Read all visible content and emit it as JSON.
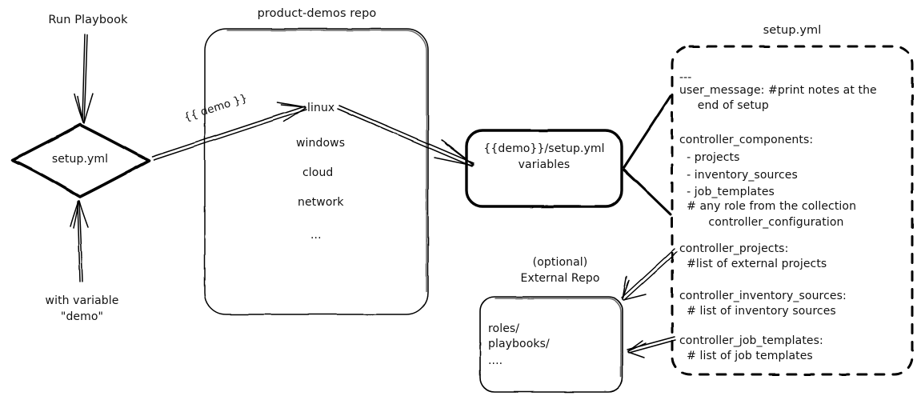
{
  "diagram": {
    "title": "Ansible product-demos setup.yml flow",
    "background_color": "#ffffff",
    "stroke_color": "#000000",
    "nodes": {
      "run_playbook_label": "Run Playbook",
      "with_variable_label_line1": "with variable",
      "with_variable_label_line2": "\"demo\"",
      "setup_diamond_label": "setup.yml",
      "repo_title": "product-demos repo",
      "repo_items": [
        "linux",
        "windows",
        "cloud",
        "network",
        "..."
      ],
      "demo_edge_label": "{{ demo }}",
      "variables_box_line1": "{{demo}}/setup.yml",
      "variables_box_line2": "variables",
      "setup_yml_title": "setup.yml",
      "external_repo_title_line1": "(optional)",
      "external_repo_title_line2": "External Repo",
      "external_repo_items": [
        "roles/",
        "playbooks/",
        "...."
      ]
    },
    "setup_yml_content": [
      "---",
      "user_message: #print notes at the",
      "     end of setup",
      "",
      "controller_components:",
      "  - projects",
      "  - inventory_sources",
      "  - job_templates",
      "  # any role from the collection",
      "        controller_configuration",
      "",
      "controller_projects:",
      "  #list of external projects",
      "",
      "controller_inventory_sources:",
      "  # list of inventory sources",
      "",
      "controller_job_templates:",
      "  # list of job templates"
    ],
    "edges": [
      {
        "name": "run-playbook-to-setup",
        "from": "Run Playbook",
        "to": "setup.yml"
      },
      {
        "name": "with-variable-to-setup",
        "from": "with variable \"demo\"",
        "to": "setup.yml"
      },
      {
        "name": "setup-to-linux",
        "from": "setup.yml",
        "to": "linux",
        "label": "{{ demo }}"
      },
      {
        "name": "linux-to-variables",
        "from": "linux",
        "to": "{{demo}}/setup.yml variables"
      },
      {
        "name": "setupyml-top-to-variables",
        "from": "setup.yml file",
        "to": "{{demo}}/setup.yml variables"
      },
      {
        "name": "setupyml-mid-to-variables",
        "from": "setup.yml file",
        "to": "{{demo}}/setup.yml variables"
      },
      {
        "name": "controller-projects-to-external-repo",
        "from": "controller_projects",
        "to": "External Repo"
      },
      {
        "name": "controller-job-templates-to-external-repo",
        "from": "controller_job_templates",
        "to": "External Repo"
      }
    ]
  }
}
